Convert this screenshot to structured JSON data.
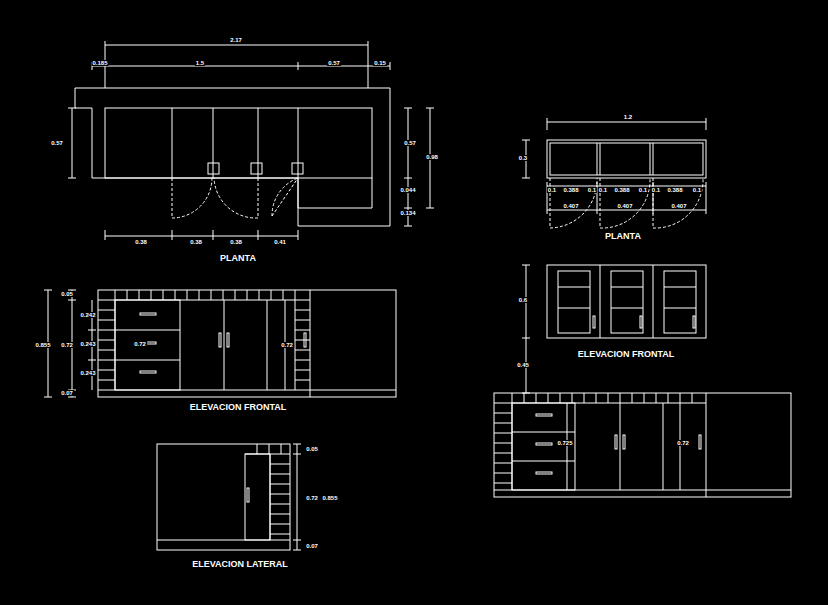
{
  "diagram": {
    "labels": [
      "2.17",
      "0.185",
      "1.5",
      "0.57",
      "0.15",
      "0.57",
      "0.57",
      "0.98",
      "0.044",
      "0.134",
      "0.38",
      "0.38",
      "0.38",
      "0.41",
      "PLANTA",
      "0.05",
      "0.242",
      "0.243",
      "0.243",
      "0.855",
      "0.72",
      "0.07",
      "0.72",
      "0.72",
      "ELEVACION FRONTAL",
      "0.05",
      "0.72",
      "0.855",
      "0.07",
      "ELEVACION LATERAL",
      "1.2",
      "0.3",
      "0.1",
      "0.388",
      "0.1",
      "0.1",
      "0.388",
      "0.1",
      "0.1",
      "0.388",
      "0.1",
      "0.407",
      "0.407",
      "0.407",
      "PLANTA",
      "0.6",
      "ELEVACION FRONTAL",
      "0.45",
      "0.725",
      "0.72"
    ]
  }
}
